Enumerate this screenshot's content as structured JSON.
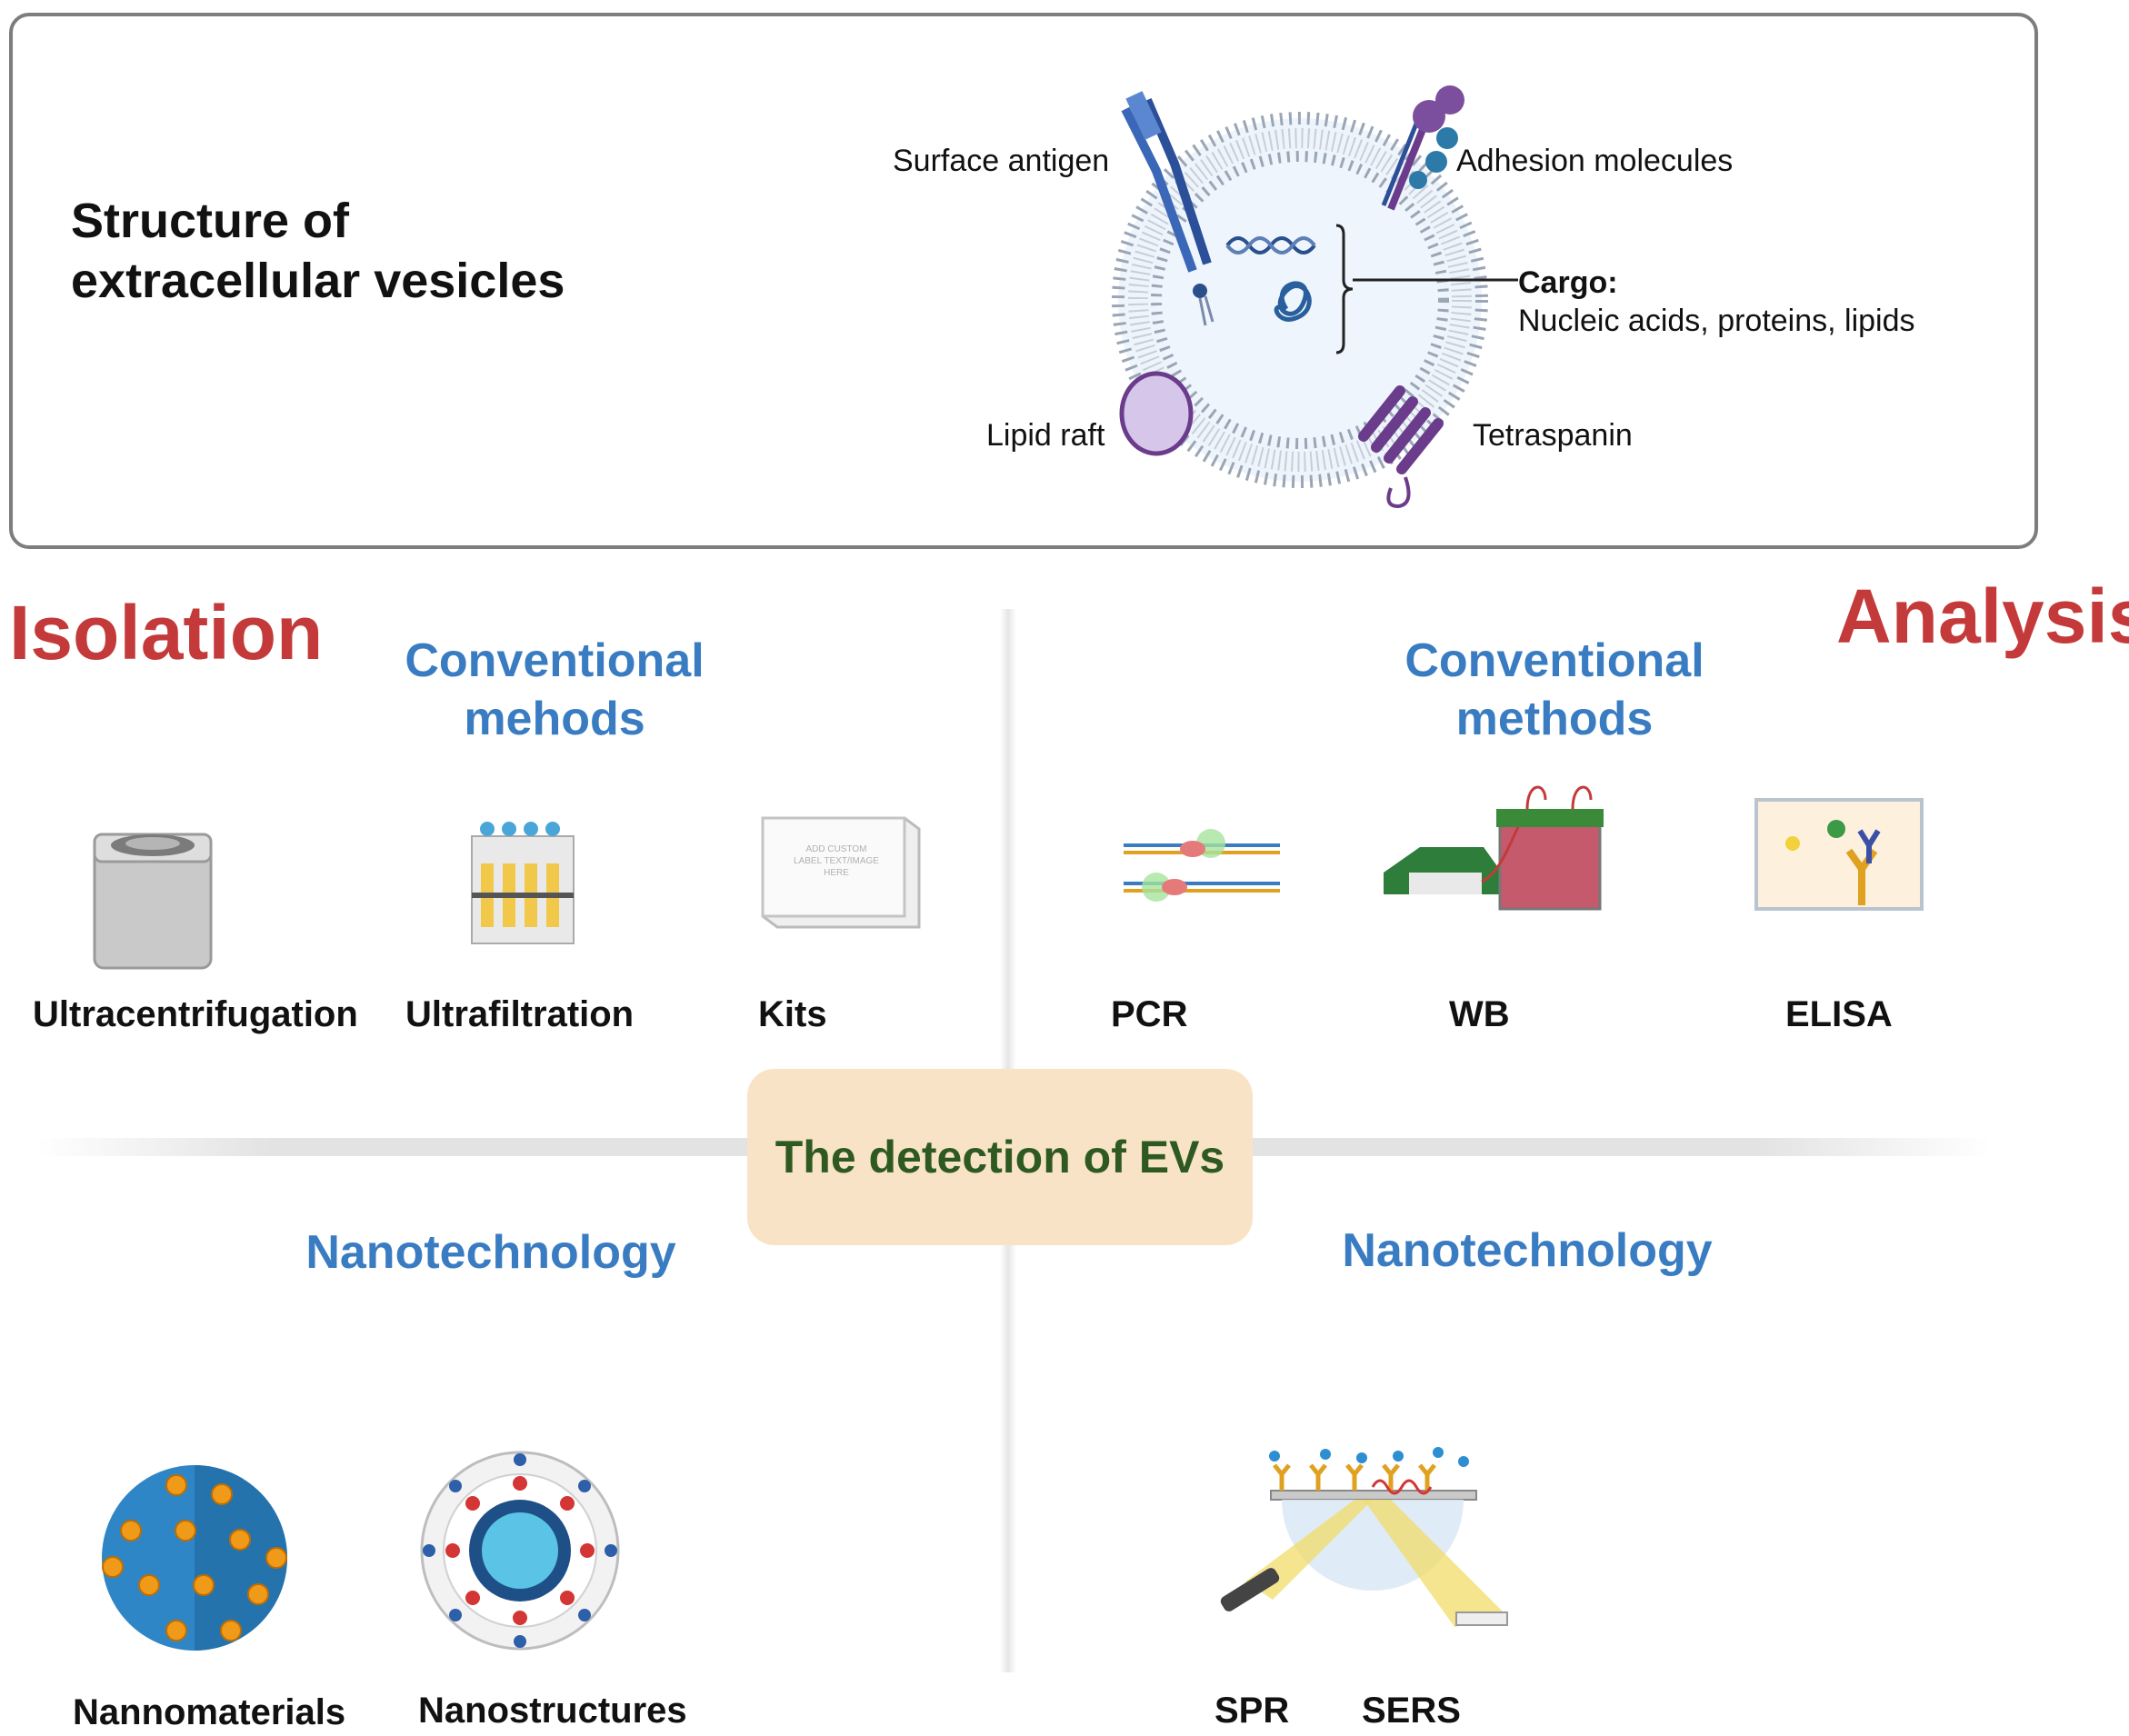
{
  "structure": {
    "title": "Structure of\nextracellular vesicles",
    "labels": {
      "surface_antigen": "Surface antigen",
      "adhesion_molecules": "Adhesion molecules",
      "cargo_title": "Cargo:",
      "cargo_text": "Nucleic acids, proteins, lipids",
      "lipid_raft": "Lipid raft",
      "tetraspanin": "Tetraspanin"
    }
  },
  "isolation": {
    "heading": "Isolation",
    "conventional_heading": "Conventional\nmehods",
    "methods": [
      "Ultracentrifugation",
      "Ultrafiltration",
      "Kits"
    ],
    "kit_box_text": "ADD CUSTOM\nLABEL TEXT/IMAGE\nHERE",
    "nano_heading": "Nanotechnology",
    "nano_items": [
      "Nannomaterials",
      "Nanostructures"
    ]
  },
  "analysis": {
    "heading": "Analysis",
    "conventional_heading": "Conventional\nmethods",
    "methods": [
      "PCR",
      "WB",
      "ELISA"
    ],
    "nano_heading": "Nanotechnology",
    "nano_items": [
      "SPR",
      "SERS"
    ]
  },
  "center": {
    "label": "The detection of EVs"
  },
  "colors": {
    "red_heading": "#c43a3a",
    "blue_heading": "#3a7cc2",
    "center_bg": "#f8e3c7",
    "center_text": "#2e5a22"
  }
}
